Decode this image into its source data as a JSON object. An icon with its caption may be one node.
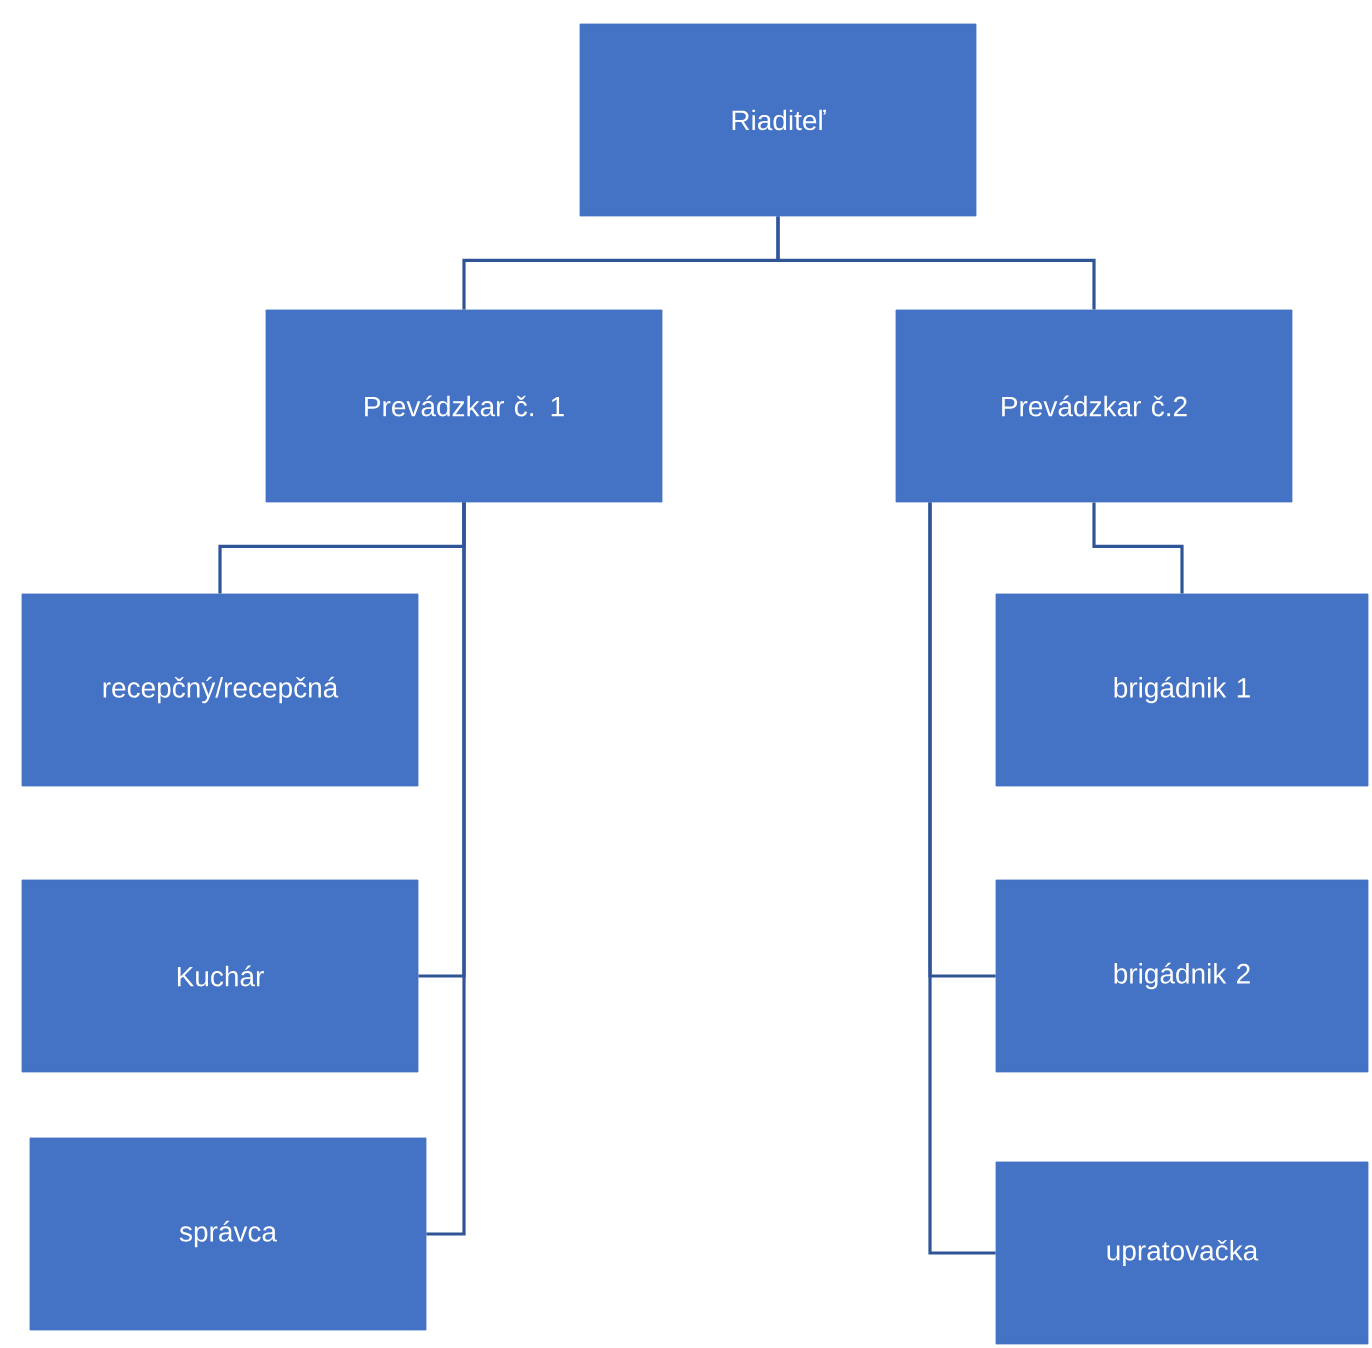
{
  "diagram": {
    "nodes": [
      {
        "text": [
          "Riaditeľ"
        ]
      },
      {
        "text": [
          "Prevádzkar č. 1"
        ]
      },
      {
        "text": [
          "Prevádzkar č.2"
        ]
      },
      {
        "text": [
          "recepčný/recepčná"
        ]
      },
      {
        "text": [
          "Kuchár"
        ]
      },
      {
        "text": [
          "správca"
        ]
      },
      {
        "text": [
          "brigádnik 1"
        ]
      },
      {
        "text": [
          "brigádnik 2"
        ]
      },
      {
        "text": [
          "upratovačka"
        ]
      }
    ],
    "edges": [
      {
        "from": 0,
        "to": 1,
        "arrow": "none"
      },
      {
        "from": 0,
        "to": 2,
        "arrow": "none"
      },
      {
        "from": 1,
        "to": 3,
        "arrow": "none"
      },
      {
        "from": 1,
        "to": 4,
        "arrow": "none"
      },
      {
        "from": 1,
        "to": 5,
        "arrow": "none"
      },
      {
        "from": 2,
        "to": 6,
        "arrow": "none"
      },
      {
        "from": 2,
        "to": 7,
        "arrow": "none"
      },
      {
        "from": 2,
        "to": 8,
        "arrow": "none"
      }
    ]
  }
}
